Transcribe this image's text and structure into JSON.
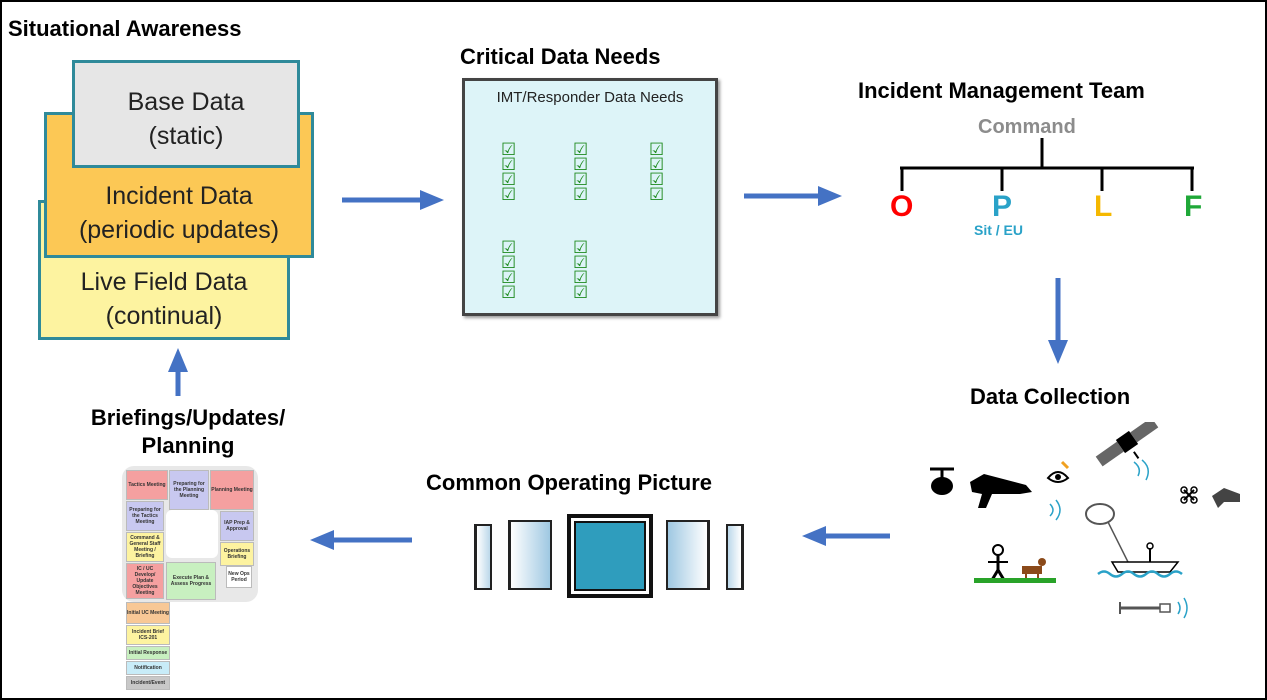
{
  "situational_awareness": {
    "title": "Situational Awareness",
    "base": {
      "line1": "Base Data",
      "line2": "(static)"
    },
    "incident": {
      "line1": "Incident Data",
      "line2": "(periodic updates)"
    },
    "live": {
      "line1": "Live Field Data",
      "line2": "(continual)"
    }
  },
  "critical_data": {
    "title": "Critical Data Needs",
    "box_label": "IMT/Responder Data Needs"
  },
  "imt": {
    "title": "Incident Management Team",
    "command": "Command",
    "sections": [
      {
        "letter": "O",
        "color": "#ff0000"
      },
      {
        "letter": "P",
        "color": "#2aa2c8",
        "sub": "Sit / EU"
      },
      {
        "letter": "L",
        "color": "#f5b800"
      },
      {
        "letter": "F",
        "color": "#1fa838"
      }
    ]
  },
  "data_collection": {
    "title": "Data Collection"
  },
  "cop": {
    "title": "Common Operating Picture"
  },
  "briefings": {
    "line1": "Briefings/Updates/",
    "line2": "Planning"
  },
  "planning_p": {
    "steps": [
      "Tactics Meeting",
      "Preparing for the Planning Meeting",
      "Planning Meeting",
      "Preparing for the Tactics Meeting",
      "IAP Prep & Approval",
      "Command & General Staff Meeting / Briefing",
      "Operations Briefing",
      "IC / UC Develop/ Update Objectives Meeting",
      "Execute Plan & Assess Progress",
      "New Ops Period",
      "Initial UC Meeting",
      "Incident Brief ICS-201",
      "Initial Response",
      "Notification",
      "Incident/Event"
    ]
  },
  "colors": {
    "arrow": "#4472c4",
    "box_border": "#2f8a9a",
    "check": "#1e8a1e"
  }
}
